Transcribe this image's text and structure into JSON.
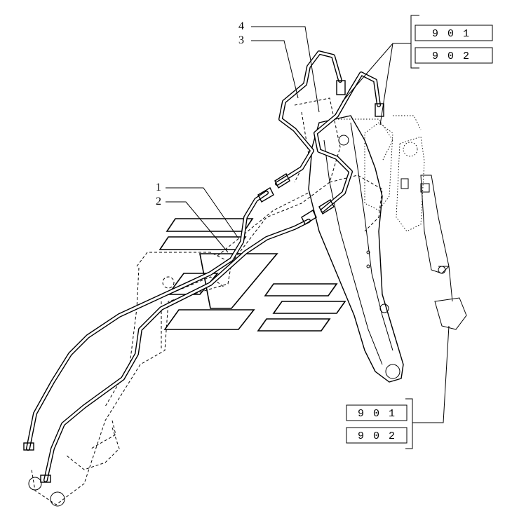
{
  "callouts": {
    "c1": "1",
    "c2": "2",
    "c3": "3",
    "c4": "4"
  },
  "refs_top": [
    "9 0 1",
    "9 0 2"
  ],
  "refs_bottom": [
    "9 0 1",
    "9 0 2"
  ]
}
